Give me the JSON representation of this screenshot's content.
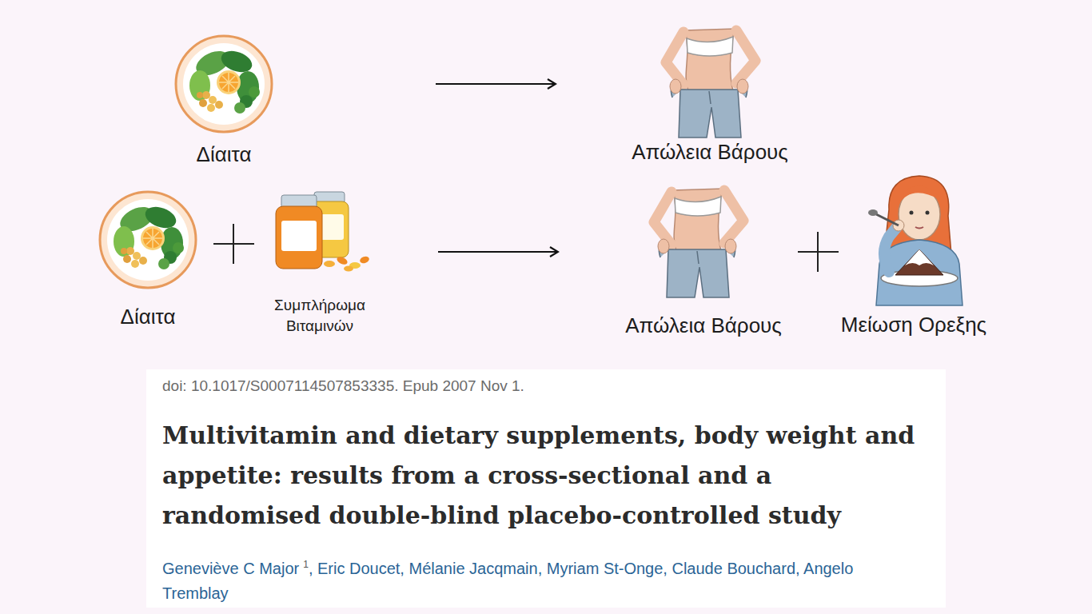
{
  "diagram": {
    "nodes": [
      {
        "text": [
          "Δίαιτα"
        ]
      },
      {
        "text": [
          "Απώλεια Βάρους"
        ]
      },
      {
        "text": [
          "Δίαιτα"
        ]
      },
      {
        "text": [
          "Συμπλήρωμα Βιταμινών"
        ]
      },
      {
        "text": [
          "Απώλεια Βάρους"
        ]
      },
      {
        "text": [
          "Μείωση Ορεξης"
        ]
      },
      {
        "text": [
          "doi: 10.1017/S0007114507853335. Epub 2007 Nov 1.",
          "Multivitamin and dietary supplements, body weight and appetite: results from a cross-sectional and a randomised double-blind placebo-controlled study",
          "Geneviève C Major",
          "1",
          ", Eric Doucet, Mélanie Jacqmain, Myriam St-Onge, Claude Bouchard, Angelo Tremblay"
        ]
      }
    ],
    "edges": [
      {
        "from": 0,
        "to": 1,
        "arrow": "to"
      },
      {
        "from": 3,
        "to": 4,
        "arrow": "to"
      }
    ]
  }
}
